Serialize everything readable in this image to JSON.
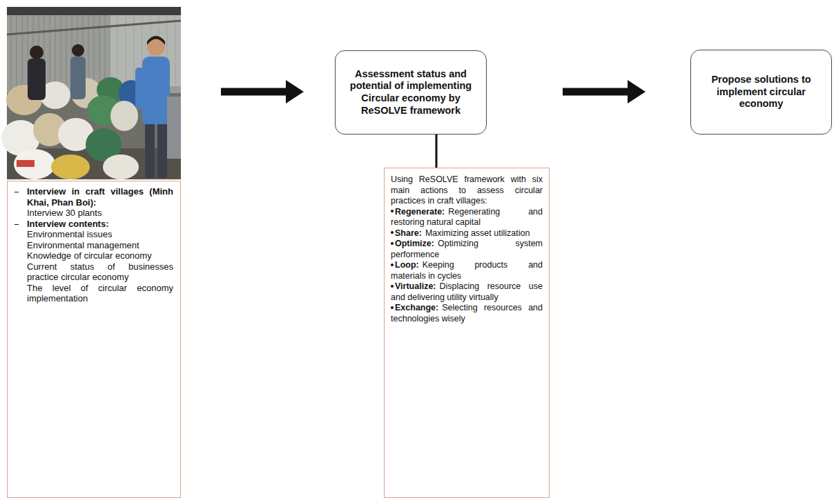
{
  "diagram": {
    "nodes": [
      {
        "text": [
          "Interview in craft villages (Minh Khai, Phan Boi):",
          "Interview 30 plants",
          "Interview contents:",
          "Environmental issues",
          "Environmental management",
          "Knowledge of circular economy",
          "Current status of businesses practice circular economy",
          "The level of circular economy implementation"
        ]
      },
      {
        "text": [
          "Assessment status and potential of implementing Circular economy by ReSOLVE framework"
        ]
      },
      {
        "text": [
          "Using ReSOLVE framework with six main actions to assess circular practices in craft villages:",
          "Regenerate:",
          "Regenerating and restoring natural capital",
          "Share:",
          "Maximizing asset utilization",
          "Optimize:",
          "Optimizing system performence",
          "Loop:",
          "Keeping products and materials in cycles",
          "Virtualize:",
          "Displacing resource use and delivering utility virtually",
          "Exchange:",
          "Selecting resources and technologies wisely"
        ]
      },
      {
        "text": [
          "Propose solutions to implement circular economy"
        ]
      }
    ],
    "edges": [
      {
        "from": 0,
        "to": 1,
        "arrow": "to"
      },
      {
        "from": 1,
        "to": 2,
        "arrow": "none"
      },
      {
        "from": 1,
        "to": 3,
        "arrow": "to"
      }
    ]
  }
}
